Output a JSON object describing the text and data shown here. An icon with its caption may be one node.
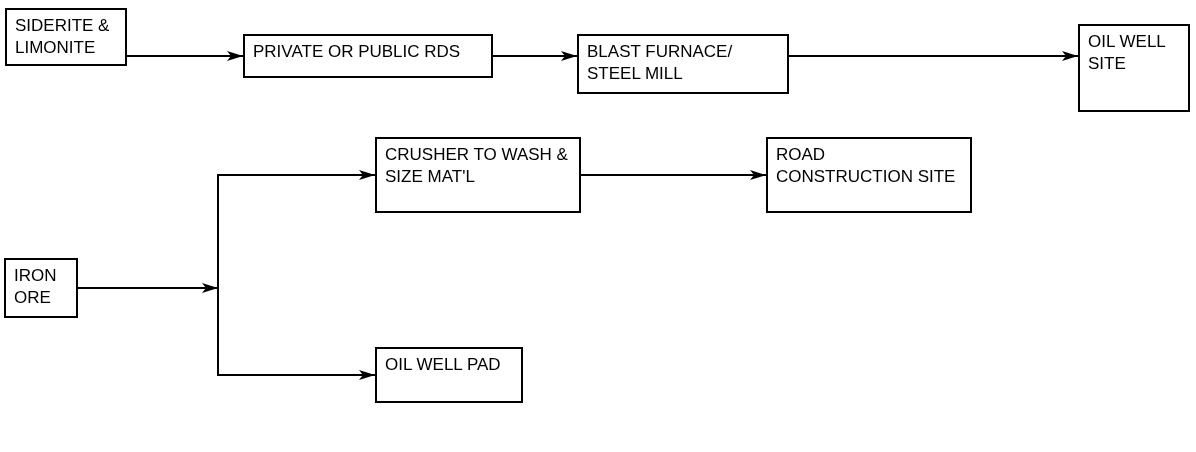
{
  "diagram": {
    "nodes": [
      {
        "text": [
          "SIDERITE & LIMONITE"
        ]
      },
      {
        "text": [
          "PRIVATE OR PUBLIC RDS"
        ]
      },
      {
        "text": [
          "BLAST FURNACE/ STEEL MILL"
        ]
      },
      {
        "text": [
          "OIL WELL SITE"
        ]
      },
      {
        "text": [
          "IRON ORE"
        ]
      },
      {
        "text": [
          "CRUSHER TO WASH & SIZE MAT'L"
        ]
      },
      {
        "text": [
          "ROAD CONSTRUCTION SITE"
        ]
      },
      {
        "text": [
          "OIL WELL PAD"
        ]
      }
    ],
    "edges": [
      {
        "from": 0,
        "to": 1,
        "arrow": "to"
      },
      {
        "from": 1,
        "to": 2,
        "arrow": "to"
      },
      {
        "from": 2,
        "to": 3,
        "arrow": "to"
      },
      {
        "from": 4,
        "to": 5,
        "arrow": "to"
      },
      {
        "from": 4,
        "to": 7,
        "arrow": "to"
      },
      {
        "from": 5,
        "to": 6,
        "arrow": "to"
      }
    ]
  }
}
